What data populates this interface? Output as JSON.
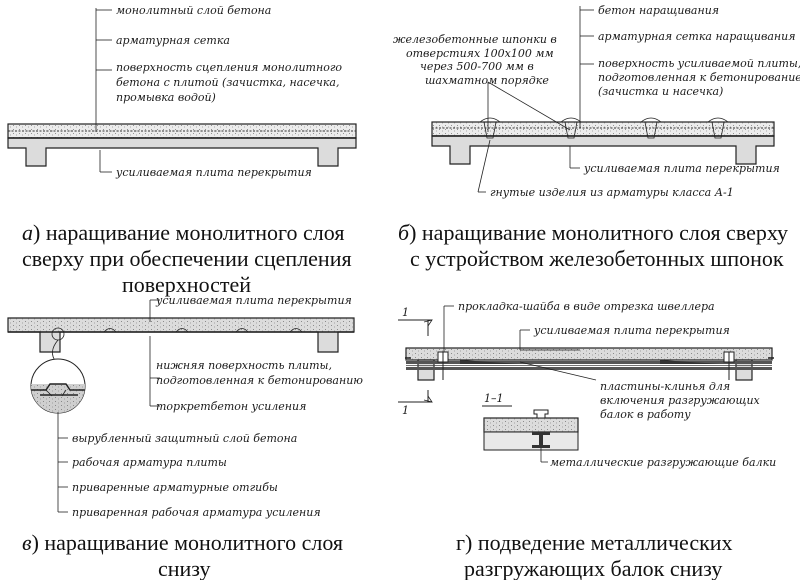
{
  "panel_a": {
    "labels": {
      "l1": "монолитный слой бетона",
      "l2": "арматурная сетка",
      "l3a": "поверхность сцепления монолитного",
      "l3b": "бетона с плитой (зачистка, насечка,",
      "l3c": "промывка водой)",
      "l4": "усиливаемая плита перекрытия"
    },
    "caption": {
      "letter": "а",
      "line1_rest": ") наращивание монолитного слоя",
      "line2": "сверху при обеспечении сцепления",
      "line3": "поверхностей"
    }
  },
  "panel_b": {
    "labels": {
      "l1": "бетон наращивания",
      "l2": "арматурная сетка наращивания",
      "l3a": "поверхность усиливаемой плиты,",
      "l3b": "подготовленная к бетонирование",
      "l3c": "(зачистка и насечка)",
      "k1": "железобетонные шпонки в",
      "k2": "отверстиях 100x100 мм",
      "k3": "через 500-700 мм в",
      "k4": "шахматном порядке",
      "l4": "усиливаемая плита перекрытия",
      "l5": "гнутые изделия из арматуры класса А-1"
    },
    "caption": {
      "letter": "б",
      "line1_rest": ") наращивание монолитного слоя сверху",
      "line2": "с устройством железобетонных шпонок"
    }
  },
  "panel_c": {
    "labels": {
      "top": "усиливаемая плита перекрытия",
      "m1": "нижняя поверхность плиты,",
      "m2": "подготовленная к бетонированию",
      "m3": "торкретбетон усиления",
      "d1": "вырубленный защитный слой бетона",
      "d2": "рабочая арматура плиты",
      "d3": "приваренные арматурные отгибы",
      "d4": "приваренная рабочая арматура усиления"
    },
    "caption": {
      "letter": "в",
      "line1_rest": ") наращивание монолитного слоя",
      "line2": "снизу"
    }
  },
  "panel_d": {
    "labels": {
      "l1": "прокладка-шайба в виде отрезка швеллера",
      "l2": "усиливаемая плита перекрытия",
      "p1": "пластины-клинья для",
      "p2": "включения разгружающих",
      "p3": "балок в работу",
      "sec": "1–1",
      "cut_top": "1",
      "cut_bottom": "1",
      "l3": "металлические разгружающие балки"
    },
    "caption": {
      "line1": "г) подведение металлических",
      "line2": "разгружающих балок снизу"
    }
  }
}
